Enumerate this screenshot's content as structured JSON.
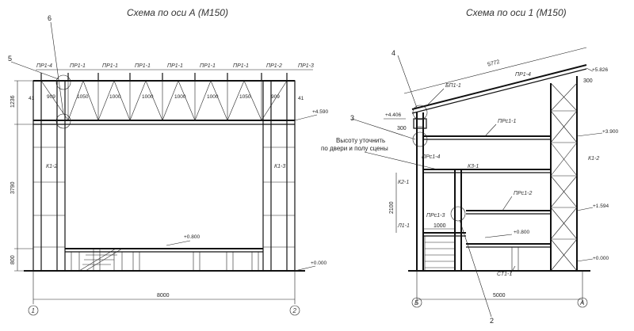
{
  "left": {
    "title": "Схема по оси А (М150)",
    "top_labels": [
      "ПР1-4",
      "ПР1-1",
      "ПР1-1",
      "ПР1-1",
      "ПР1-1",
      "ПР1-1",
      "ПР1-1",
      "ПР1-2",
      "ПР1-3"
    ],
    "span_labels": [
      "41",
      "909",
      "1050",
      "1000",
      "1000",
      "1000",
      "1000",
      "1050",
      "909",
      "41"
    ],
    "dim_1236": "1236",
    "dim_3790": "3790",
    "dim_800": "800",
    "dim_8000": "8000",
    "col_left": "К1-2",
    "col_right": "К1-3",
    "elev_top": "+4.590",
    "elev_mid": "+0.800",
    "elev_zero": "+0.000",
    "callout_5": "5",
    "callout_6": "6",
    "axis_1": "1",
    "axis_2": "2"
  },
  "right": {
    "title": "Схема по оси 1 (М150)",
    "dim_5772": "5772",
    "dim_300_top": "300",
    "dim_300_left": "300",
    "dim_2100": "2100",
    "dim_1000": "1000",
    "dim_5000": "5000",
    "elev_5826": "+5.826",
    "elev_4406": "+4.406",
    "elev_3900": "+3.900",
    "elev_1594": "+1.594",
    "elev_0800": "+0.800",
    "elev_0000": "+0.000",
    "pr14": "ПР1-4",
    "bp11": "БП1-1",
    "prs11": "ПРс1-1",
    "prs14": "ПРс1-4",
    "k31": "К3-1",
    "k21": "К2-1",
    "k12": "К1-2",
    "prs12": "ПРс1-2",
    "prs13": "ПРс1-3",
    "l11": "Л1-1",
    "st11": "СТ1-1",
    "note_line1": "Высоту уточнить",
    "note_line2": "по двери и полу сцены",
    "callout_2": "2",
    "callout_3": "3",
    "callout_4": "4",
    "axis_b": "Б",
    "axis_a": "А"
  }
}
